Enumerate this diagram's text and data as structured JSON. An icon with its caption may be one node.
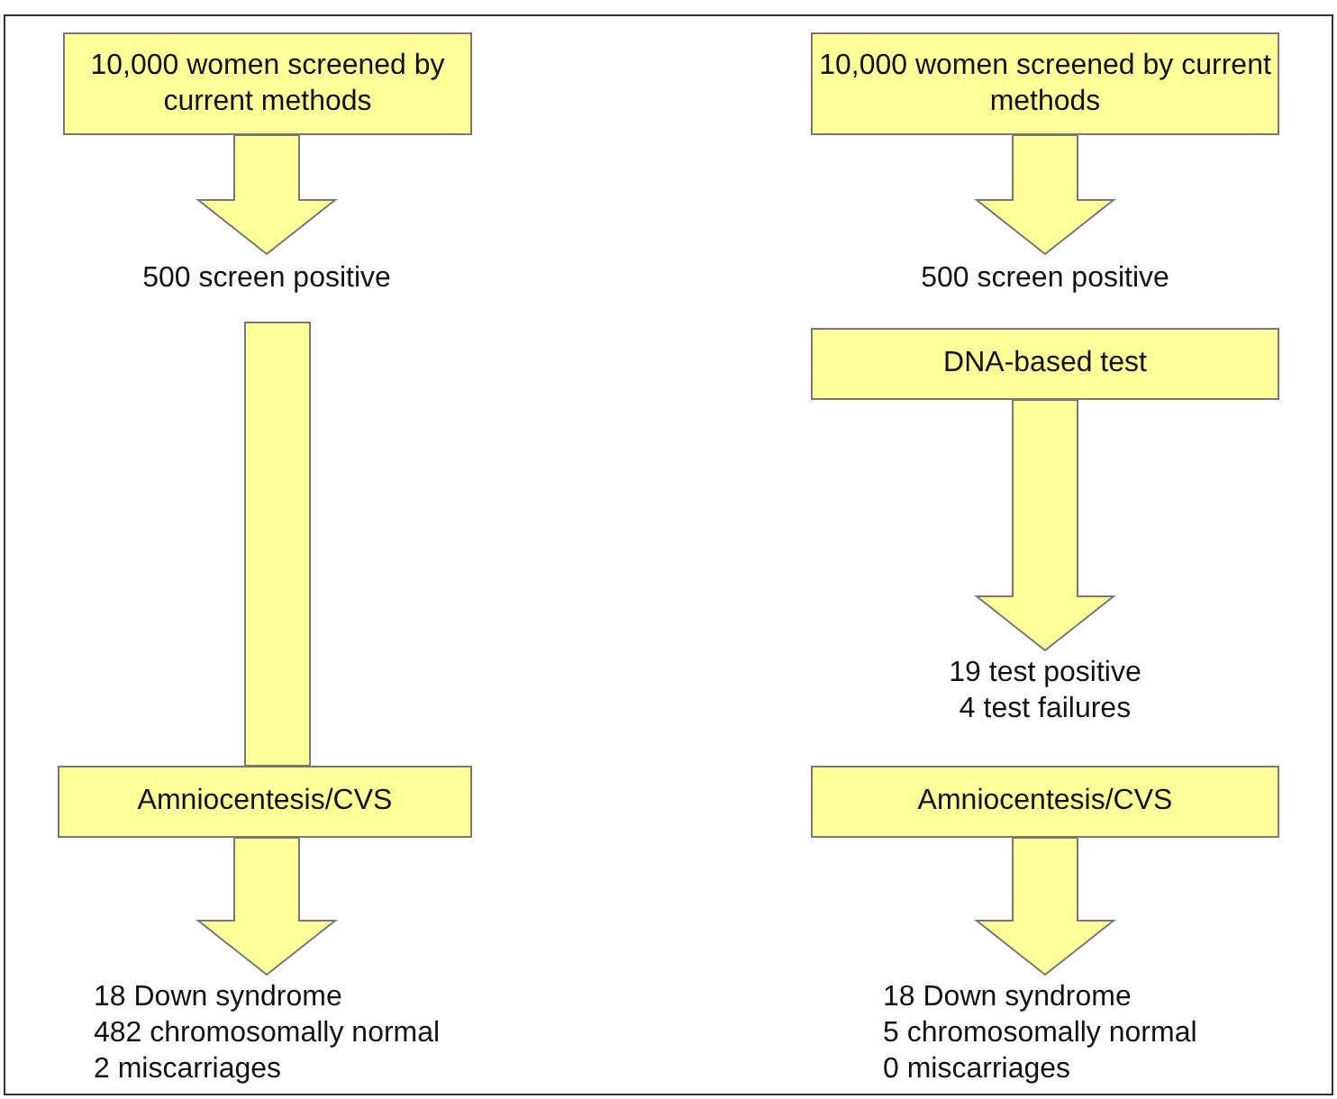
{
  "diagram": {
    "nodes": [
      {
        "text": [
          "10,000 women screened by current methods"
        ]
      },
      {
        "text": [
          "500 screen positive"
        ]
      },
      {
        "text": [
          "Amniocentesis/CVS"
        ]
      },
      {
        "text": [
          "18 Down syndrome",
          "482 chromosomally normal",
          "2 miscarriages"
        ]
      },
      {
        "text": [
          "10,000 women screened by current methods"
        ]
      },
      {
        "text": [
          "500 screen positive"
        ]
      },
      {
        "text": [
          "DNA-based test"
        ]
      },
      {
        "text": [
          "19 test positive",
          "4 test failures"
        ]
      },
      {
        "text": [
          "Amniocentesis/CVS"
        ]
      },
      {
        "text": [
          "18 Down syndrome",
          "5 chromosomally normal",
          "0 miscarriages"
        ]
      }
    ],
    "edges": [
      {
        "from": 0,
        "to": 1,
        "arrow": "to"
      },
      {
        "from": 1,
        "to": 2,
        "arrow": "none"
      },
      {
        "from": 2,
        "to": 3,
        "arrow": "to"
      },
      {
        "from": 4,
        "to": 5,
        "arrow": "to"
      },
      {
        "from": 6,
        "to": 7,
        "arrow": "to"
      },
      {
        "from": 8,
        "to": 9,
        "arrow": "to"
      }
    ]
  }
}
